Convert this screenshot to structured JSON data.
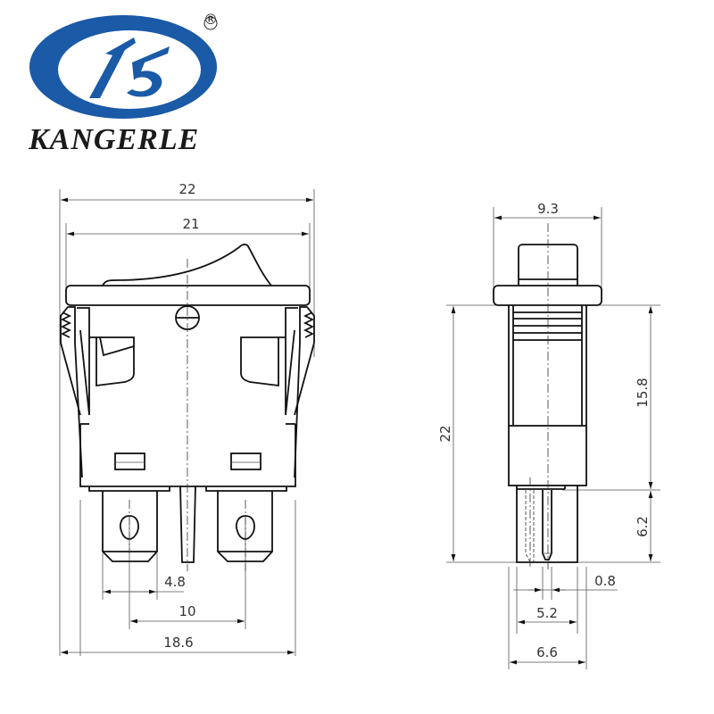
{
  "logo": {
    "brand_name": "KANGERLE",
    "registered_mark": "®",
    "brand_color": "#1a5aa6"
  },
  "front_view": {
    "dimensions": {
      "overall_width": "22",
      "bezel_width": "21",
      "terminal_width": "4.8",
      "terminal_pitch": "10",
      "body_width": "18.6"
    }
  },
  "side_view": {
    "dimensions": {
      "bezel_depth": "9.3",
      "overall_height": "22",
      "body_height": "15.8",
      "terminal_length": "6.2",
      "terminal_thickness": "0.8",
      "terminal_span": "5.2",
      "body_depth": "6.6"
    }
  }
}
